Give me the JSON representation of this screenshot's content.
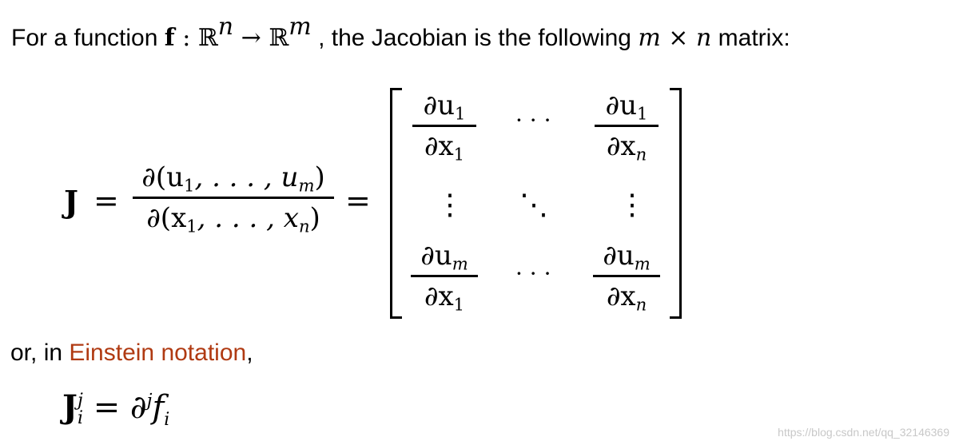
{
  "intro": {
    "prefix": "For a function ",
    "func": "f",
    "colon": " : ",
    "domain_set": "ℝ",
    "domain_exp": "n",
    "arrow": " → ",
    "codomain_set": "ℝ",
    "codomain_exp": "m",
    "middle": " , the Jacobian is the following ",
    "m": "m",
    "times": " × ",
    "n": "n",
    "suffix": " matrix:"
  },
  "equation": {
    "lhs": "J",
    "equals": "=",
    "frac_num": "∂(u",
    "frac_num_sub1": "1",
    "frac_num_mid": ", . . . , u",
    "frac_num_subm": "m",
    "frac_num_end": ")",
    "frac_den": "∂(x",
    "frac_den_sub1": "1",
    "frac_den_mid": ", . . . , x",
    "frac_den_subn": "n",
    "frac_den_end": ")",
    "equals2": "=",
    "matrix": {
      "cell_11_num": "∂u",
      "cell_11_num_sub": "1",
      "cell_11_den": "∂x",
      "cell_11_den_sub": "1",
      "cell_1n_num": "∂u",
      "cell_1n_num_sub": "1",
      "cell_1n_den": "∂x",
      "cell_1n_den_sub": "n",
      "cell_m1_num": "∂u",
      "cell_m1_num_sub": "m",
      "cell_m1_den": "∂x",
      "cell_m1_den_sub": "1",
      "cell_mn_num": "∂u",
      "cell_mn_num_sub": "m",
      "cell_mn_den": "∂x",
      "cell_mn_den_sub": "n",
      "hdots": "· · ·",
      "vdots": "⋮",
      "ddots": "⋱"
    }
  },
  "or_line": {
    "prefix": "or, in ",
    "link": "Einstein notation",
    "suffix": ","
  },
  "equation2": {
    "lhs": "J",
    "sup": "j",
    "sub": "i",
    "equals": " = ∂",
    "partial_sup": "j",
    "f": "f",
    "f_sub": "i"
  },
  "watermark": "https://blog.csdn.net/qq_32146369",
  "colors": {
    "link": "#b03a12",
    "watermark": "#c8c8c8"
  }
}
